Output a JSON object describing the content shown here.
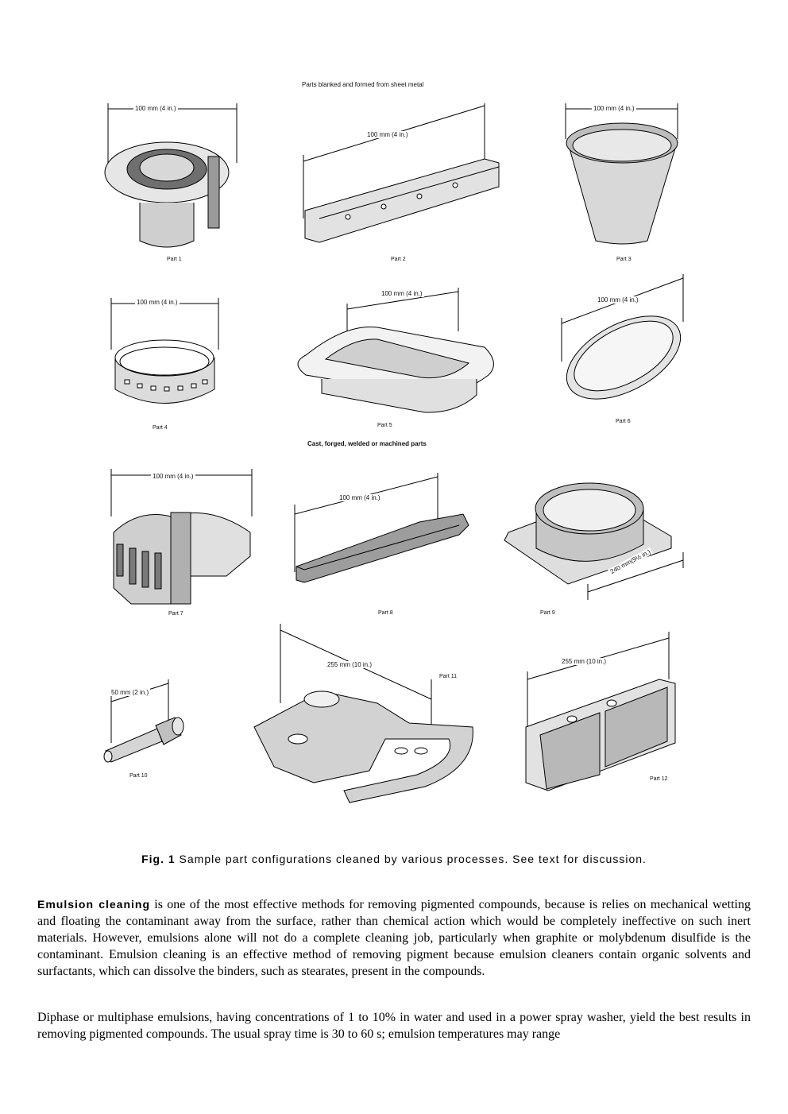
{
  "figure": {
    "section_sheet_metal": "Parts blanked and formed from sheet metal",
    "section_cast": "Cast, forged, welded or machined parts",
    "parts": [
      {
        "label": "Part 1",
        "dimension": "100 mm (4 in.)"
      },
      {
        "label": "Part 2",
        "dimension": "100 mm (4 in.)"
      },
      {
        "label": "Part 3",
        "dimension": "100 mm (4 in.)"
      },
      {
        "label": "Part 4",
        "dimension": "100 mm (4 in.)"
      },
      {
        "label": "Part 5",
        "dimension": "100 mm (4 in.)"
      },
      {
        "label": "Part 6",
        "dimension": "100 mm (4 in.)"
      },
      {
        "label": "Part 7",
        "dimension": "100 mm (4 in.)"
      },
      {
        "label": "Part 8",
        "dimension": "100 mm (4 in.)"
      },
      {
        "label": "Part 9",
        "dimension": "240 mm(9½ in.)"
      },
      {
        "label": "Part 10",
        "dimension": "50 mm (2 in.)"
      },
      {
        "label": "Part 11",
        "dimension": "255 mm (10 in.)"
      },
      {
        "label": "Part 12",
        "dimension": "255 mm (10 in.)"
      }
    ]
  },
  "caption": {
    "number": "Fig. 1",
    "text": "Sample part configurations cleaned by various processes. See text for discussion."
  },
  "paragraphs": [
    {
      "lead": "Emulsion cleaning",
      "text": " is one of the most effective methods for removing pigmented compounds, because is relies on mechanical wetting and floating the contaminant away from the surface, rather than chemical action which would be completely ineffective on such inert materials. However, emulsions alone will not do a complete cleaning job, particularly when graphite or molybdenum disulfide is the contaminant. Emulsion cleaning is an effective method of removing pigment because emulsion cleaners contain organic solvents and surfactants, which can dissolve the binders, such as stearates, present in the compounds."
    },
    {
      "lead": "",
      "text": "Diphase or multiphase emulsions, having concentrations of 1 to 10% in water and used in a power spray washer, yield the best results in removing pigmented compounds. The usual spray time is 30 to 60 s; emulsion temperatures may range"
    }
  ]
}
